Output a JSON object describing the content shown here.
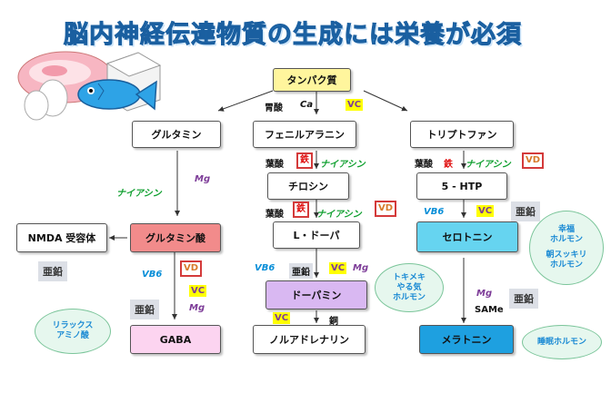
{
  "title": "脳内神経伝達物質の生成には栄養が必須",
  "colors": {
    "protein_fill": "#fff59d",
    "glutamic_fill": "#f28b8b",
    "dopamine_fill": "#d9b8f2",
    "serotonin_fill": "#66d4f0",
    "melatonin_fill": "#1ea0e0",
    "gaba_fill": "#fcd4f0"
  },
  "nodes": {
    "protein": "タンパク質",
    "glutamine": "グルタミン",
    "phenylalanine": "フェニルアラニン",
    "tryptophan": "トリプトファン",
    "tyrosine": "チロシン",
    "htp": "5 - HTP",
    "nmda": "NMDA 受容体",
    "glutamic_acid": "グルタミン酸",
    "ldopa": "L・ドーパ",
    "serotonin": "セロトニン",
    "dopamine": "ドーパミン",
    "gaba": "GABA",
    "noradrenaline": "ノルアドレナリン",
    "melatonin": "メラトニン"
  },
  "labels": {
    "stomach_acid": "胃酸",
    "ca": "Ca",
    "vc": "VC",
    "vd": "VD",
    "folic": "葉酸",
    "iron": "鉄",
    "niacin": "ナイアシン",
    "mg": "Mg",
    "vb6": "VB6",
    "zinc": "亜鉛",
    "copper": "銅",
    "same": "SAMe"
  },
  "bubbles": {
    "relax": "リラックス\nアミノ酸",
    "tokimeki": "トキメキ\nやる気\nホルモン",
    "happy": "幸福\nホルモン",
    "morning": "朝スッキリ\nホルモン",
    "sleep": "睡眠ホルモン"
  },
  "illustration": [
    "meat-icon",
    "egg-icon",
    "tofu-icon",
    "fish-icon"
  ]
}
